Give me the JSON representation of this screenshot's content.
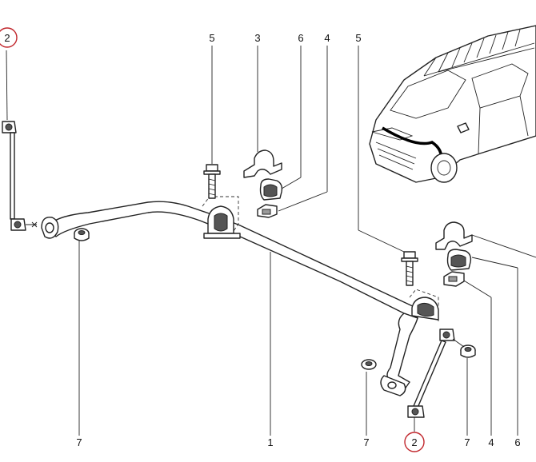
{
  "accent_color": "#c1272d",
  "callouts": [
    {
      "id": "c-2-left",
      "label": "2",
      "circled": true
    },
    {
      "id": "c-5-top",
      "label": "5",
      "circled": false
    },
    {
      "id": "c-3-top",
      "label": "3",
      "circled": false
    },
    {
      "id": "c-6-top",
      "label": "6",
      "circled": false
    },
    {
      "id": "c-4-top",
      "label": "4",
      "circled": false
    },
    {
      "id": "c-5-right",
      "label": "5",
      "circled": false
    },
    {
      "id": "c-7-left",
      "label": "7",
      "circled": false
    },
    {
      "id": "c-1-bottom",
      "label": "1",
      "circled": false
    },
    {
      "id": "c-7-mid",
      "label": "7",
      "circled": false
    },
    {
      "id": "c-2-bottom",
      "label": "2",
      "circled": true
    },
    {
      "id": "c-7-right",
      "label": "7",
      "circled": false
    },
    {
      "id": "c-4-bottom",
      "label": "4",
      "circled": false
    },
    {
      "id": "c-6-bottom",
      "label": "6",
      "circled": false
    }
  ]
}
